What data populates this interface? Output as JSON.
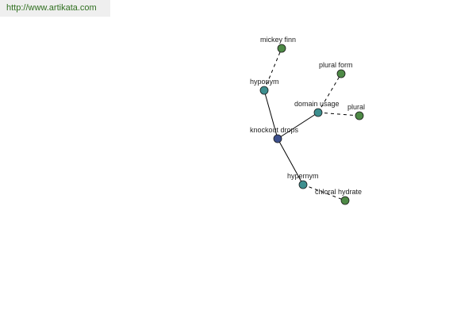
{
  "header": {
    "url": "http://www.artikata.com"
  },
  "colors": {
    "center": "#3c4f8c",
    "relation": "#3d8e8e",
    "leaf": "#4e8a46"
  },
  "graph": {
    "nodes": [
      {
        "id": "knockout-drops",
        "label": "knockout drops",
        "kind": "center"
      },
      {
        "id": "hyponym",
        "label": "hyponym",
        "kind": "relation"
      },
      {
        "id": "mickey-finn",
        "label": "mickey finn",
        "kind": "leaf"
      },
      {
        "id": "domain-usage",
        "label": "domain usage",
        "kind": "relation"
      },
      {
        "id": "plural-form",
        "label": "plural form",
        "kind": "leaf"
      },
      {
        "id": "plural",
        "label": "plural",
        "kind": "leaf"
      },
      {
        "id": "hypernym",
        "label": "hypernym",
        "kind": "relation"
      },
      {
        "id": "chloral-hydrate",
        "label": "chloral hydrate",
        "kind": "leaf"
      }
    ],
    "edges": [
      {
        "from": "knockout-drops",
        "to": "hyponym",
        "style": "solid"
      },
      {
        "from": "knockout-drops",
        "to": "domain-usage",
        "style": "solid"
      },
      {
        "from": "knockout-drops",
        "to": "hypernym",
        "style": "solid"
      },
      {
        "from": "hyponym",
        "to": "mickey-finn",
        "style": "dashed"
      },
      {
        "from": "domain-usage",
        "to": "plural-form",
        "style": "dashed"
      },
      {
        "from": "domain-usage",
        "to": "plural",
        "style": "dashed"
      },
      {
        "from": "hypernym",
        "to": "chloral-hydrate",
        "style": "dashed"
      }
    ]
  }
}
